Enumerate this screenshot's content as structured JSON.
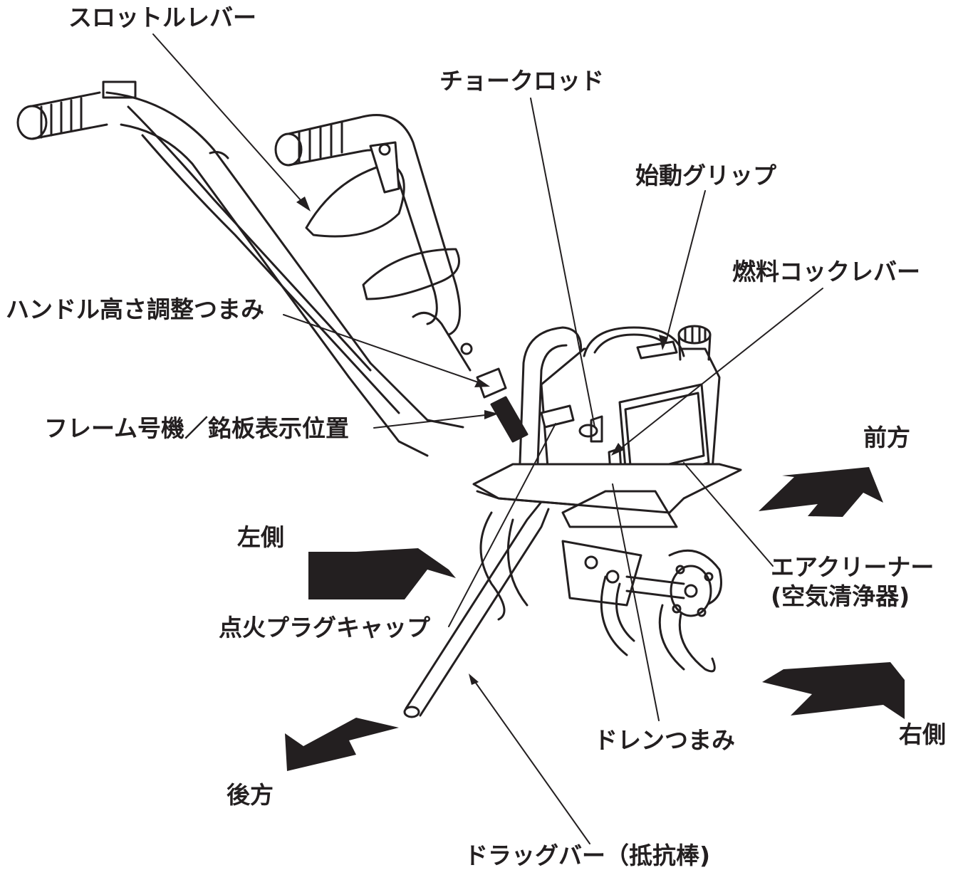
{
  "colors": {
    "ink": "#231f20",
    "paper": "#ffffff"
  },
  "labels": {
    "throttle_lever": "スロットルレバー",
    "choke_rod": "チョークロッド",
    "starter_grip": "始動グリップ",
    "fuel_cock_lever": "燃料コックレバー",
    "handle_height_knob": "ハンドル高さ調整つまみ",
    "frame_number_plate": "フレーム号機／銘板表示位置",
    "front": "前方",
    "left_side": "左側",
    "air_cleaner": "エアクリーナー",
    "air_cleaner_sub": "(空気清浄器)",
    "spark_plug_cap": "点火プラグキャップ",
    "right_side": "右側",
    "drain_knob": "ドレンつまみ",
    "rear": "後方",
    "drag_bar": "ドラッグバー（抵抗棒)"
  }
}
